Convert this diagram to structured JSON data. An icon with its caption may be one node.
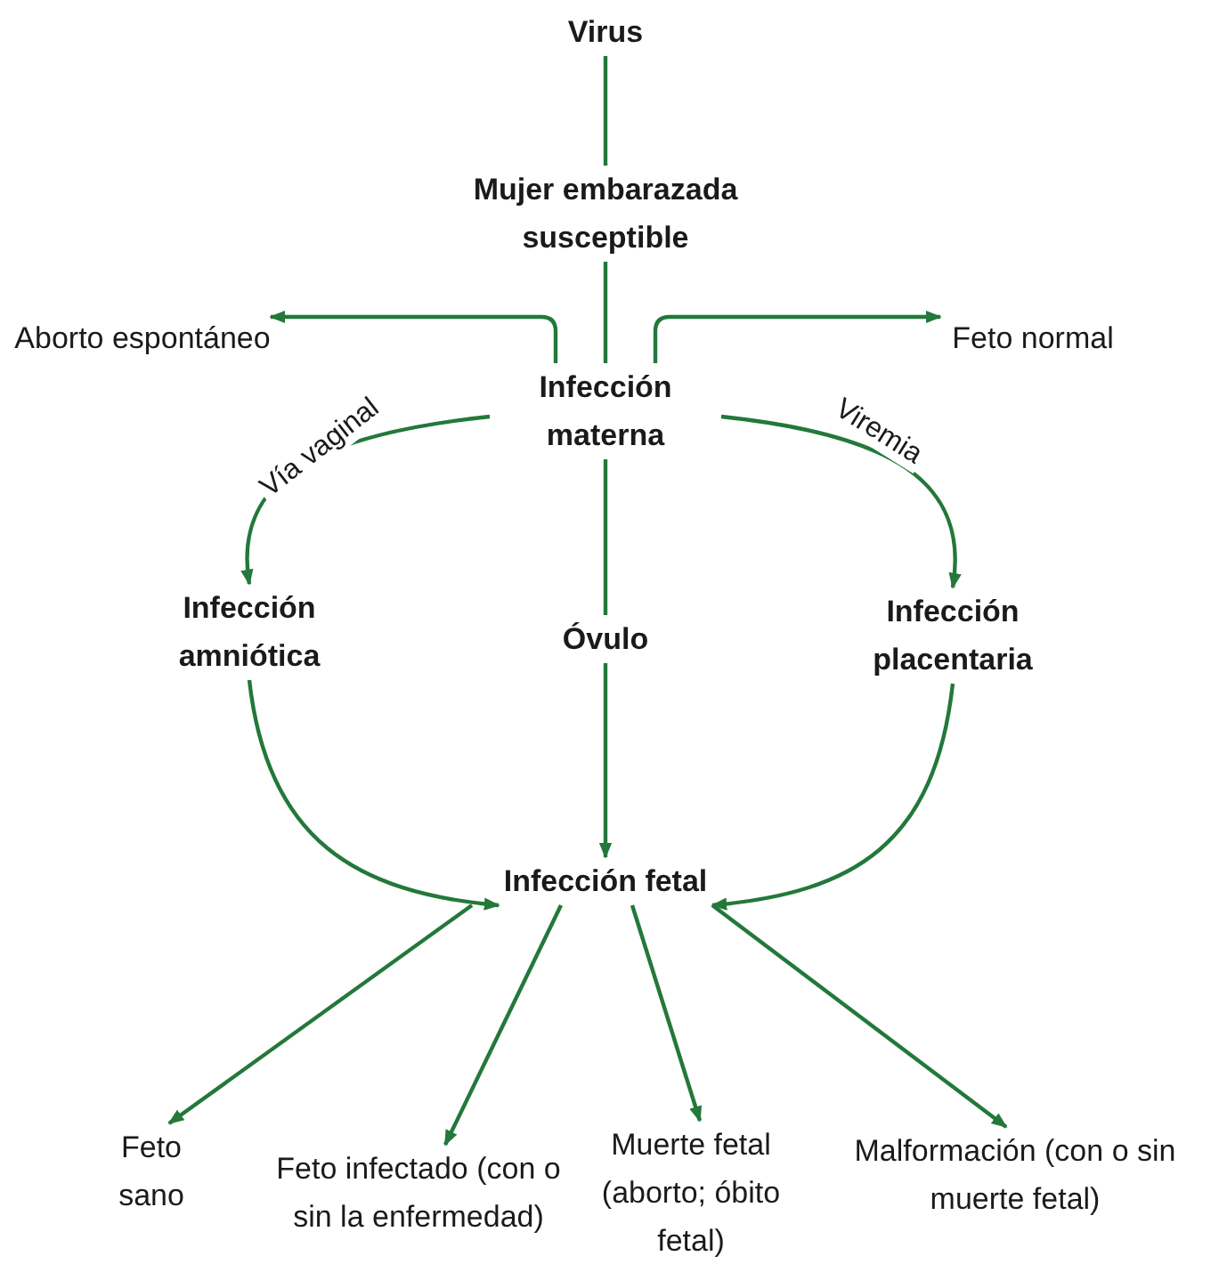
{
  "diagram": {
    "nodes": [
      {
        "text": [
          "Virus"
        ]
      },
      {
        "text": [
          "Mujer embarazada susceptible"
        ]
      },
      {
        "text": [
          "Infección materna"
        ]
      },
      {
        "text": [
          "Aborto espontáneo"
        ]
      },
      {
        "text": [
          "Feto normal"
        ]
      },
      {
        "text": [
          "Infección amniótica"
        ]
      },
      {
        "text": [
          "Óvulo"
        ]
      },
      {
        "text": [
          "Infección placentaria"
        ]
      },
      {
        "text": [
          "Infección fetal"
        ]
      },
      {
        "text": [
          "Feto sano"
        ]
      },
      {
        "text": [
          "Feto infectado (con o sin la enfermedad)"
        ]
      },
      {
        "text": [
          "Muerte fetal (aborto; óbito fetal)"
        ]
      },
      {
        "text": [
          "Malformación (con o sin muerte fetal)"
        ]
      }
    ],
    "edges": [
      {
        "from": 0,
        "to": 1,
        "arrow": "none"
      },
      {
        "from": 1,
        "to": 2,
        "arrow": "none"
      },
      {
        "from": 2,
        "to": 3,
        "arrow": "to"
      },
      {
        "from": 2,
        "to": 4,
        "arrow": "to"
      },
      {
        "from": 2,
        "to": 5,
        "arrow": "to",
        "label": "Vía vaginal"
      },
      {
        "from": 2,
        "to": 7,
        "arrow": "to",
        "label": "Viremia"
      },
      {
        "from": 2,
        "to": 6,
        "arrow": "none"
      },
      {
        "from": 6,
        "to": 8,
        "arrow": "to"
      },
      {
        "from": 5,
        "to": 8,
        "arrow": "to"
      },
      {
        "from": 7,
        "to": 8,
        "arrow": "to"
      },
      {
        "from": 8,
        "to": 9,
        "arrow": "to"
      },
      {
        "from": 8,
        "to": 10,
        "arrow": "to"
      },
      {
        "from": 8,
        "to": 11,
        "arrow": "to"
      },
      {
        "from": 8,
        "to": 12,
        "arrow": "to"
      }
    ]
  }
}
